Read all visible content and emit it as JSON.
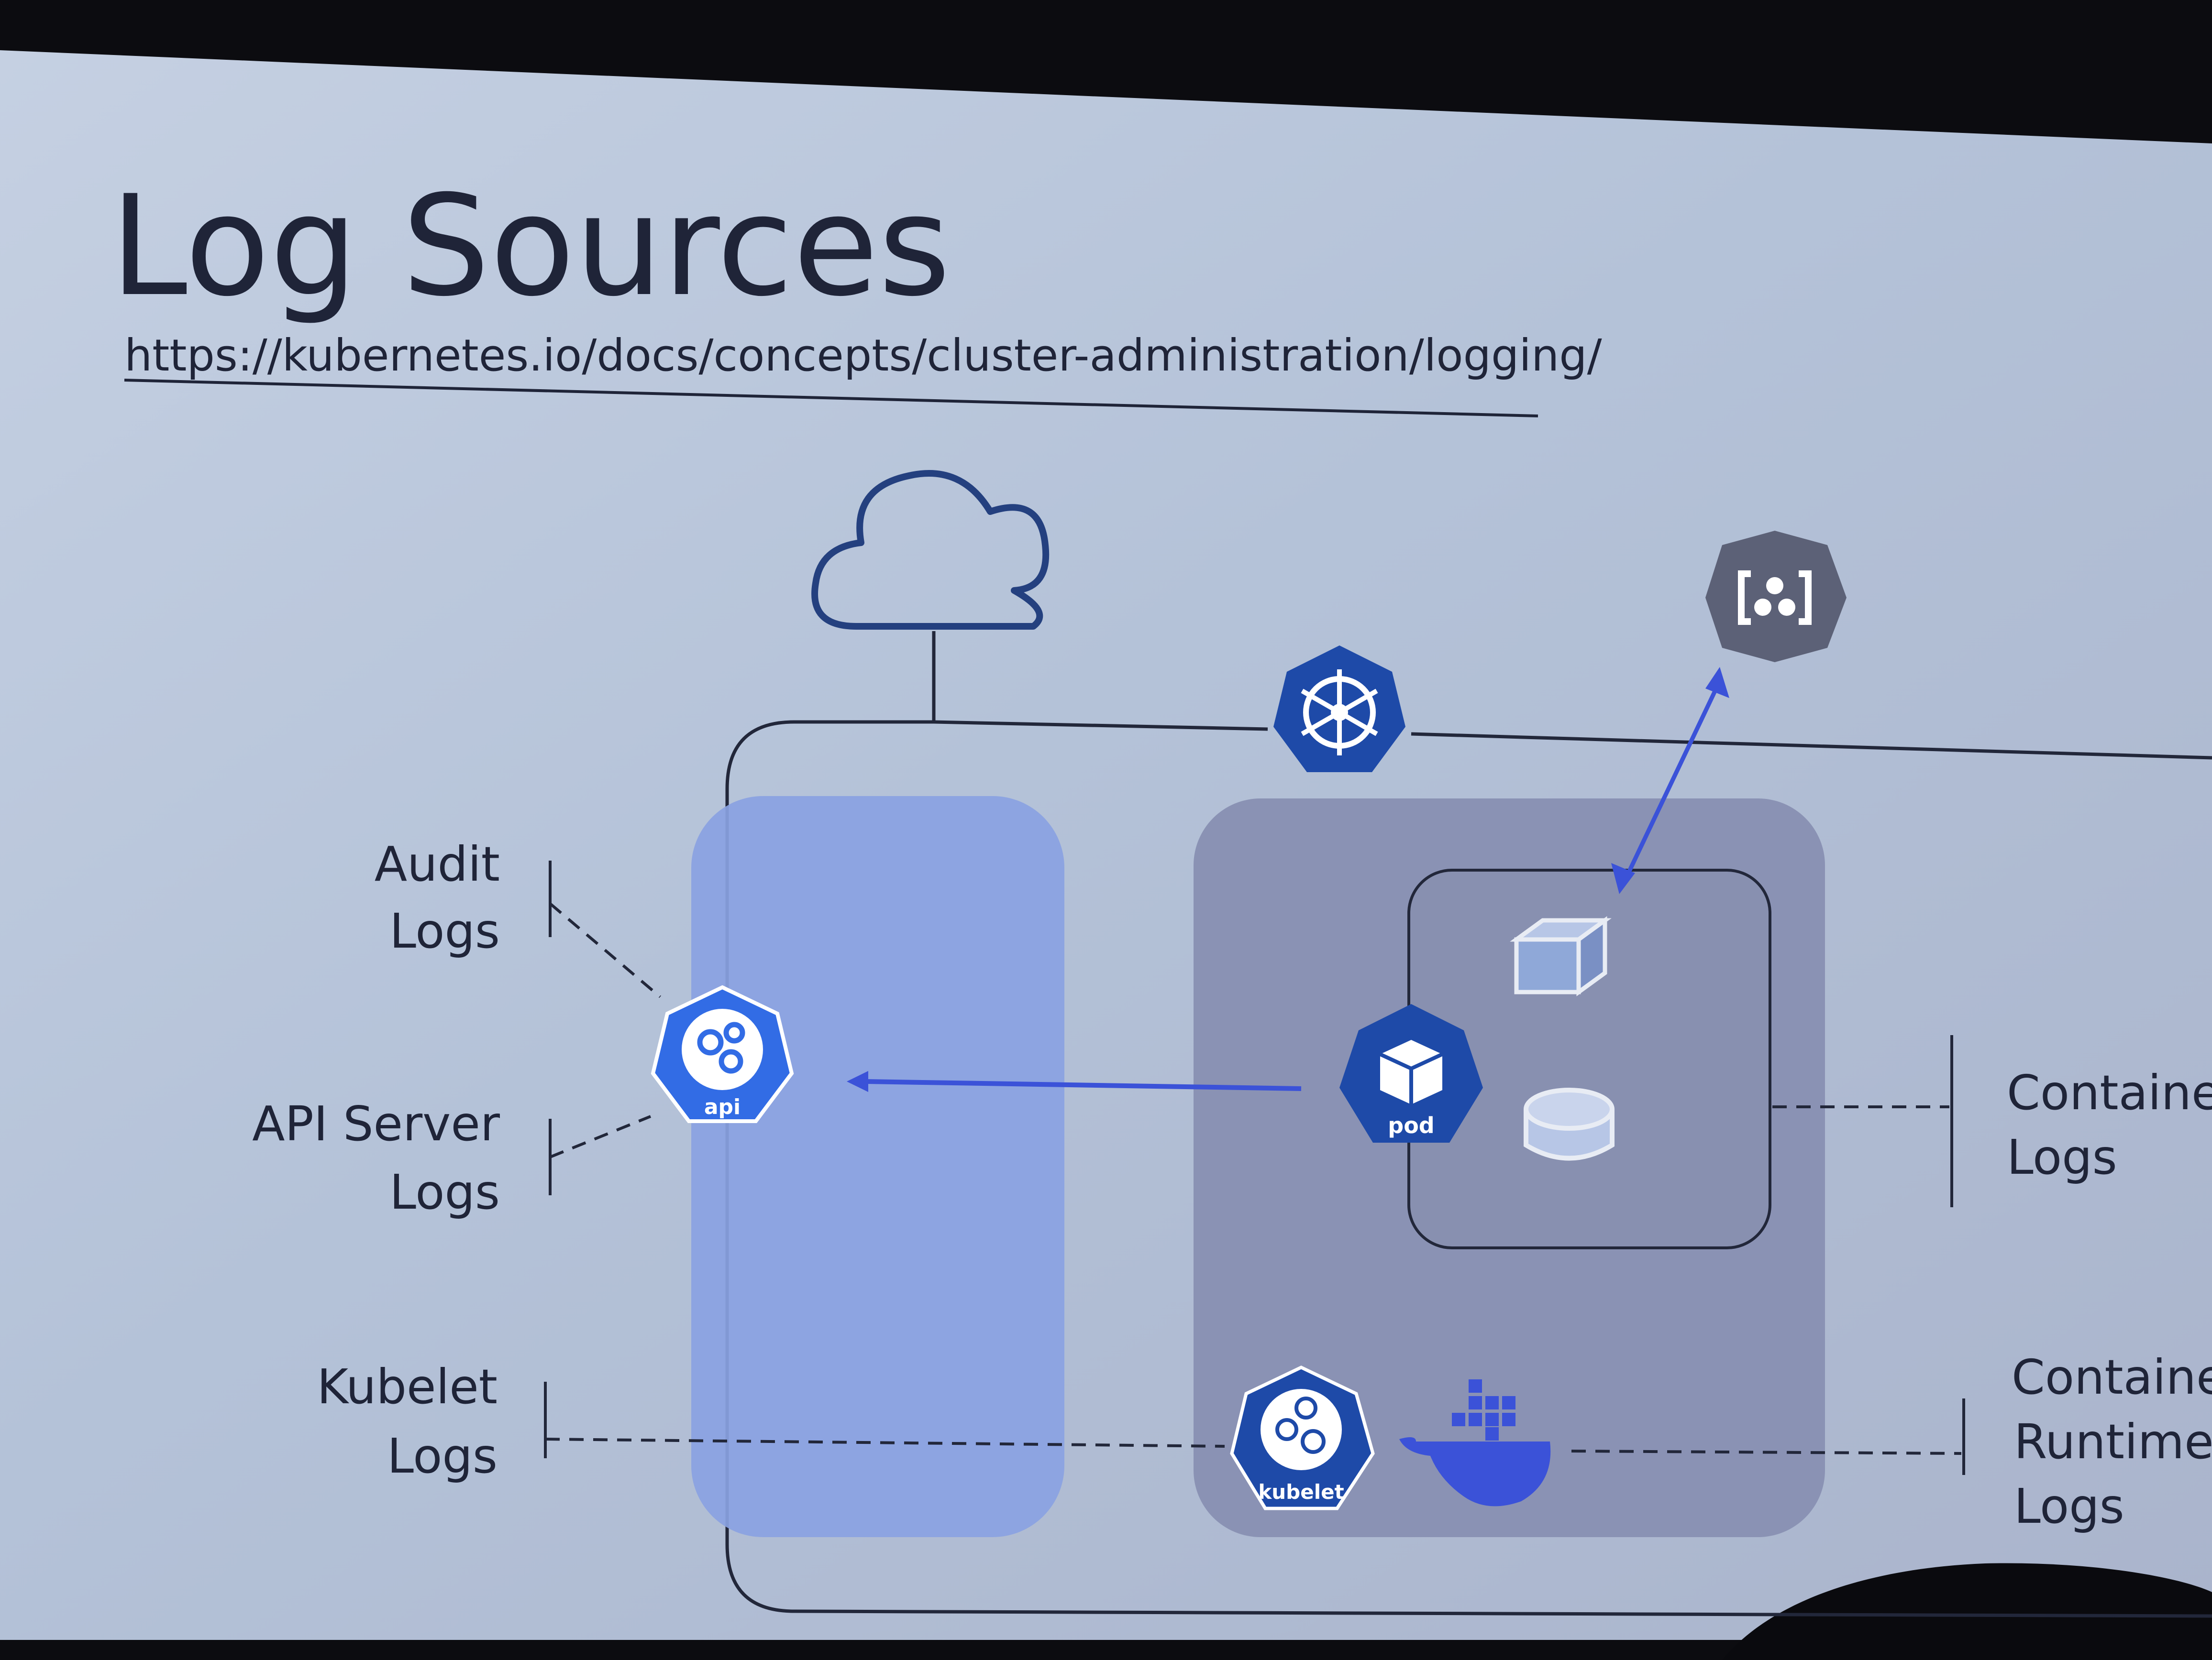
{
  "slide": {
    "title": "Log Sources",
    "url": "https://kubernetes.io/docs/concepts/cluster-administration/logging/"
  },
  "diagram": {
    "labels": {
      "audit": [
        "Audit",
        "Logs"
      ],
      "api_server": [
        "API Server",
        "Logs"
      ],
      "kubelet": [
        "Kubelet",
        "Logs"
      ],
      "container": [
        "Containe",
        "Logs"
      ],
      "runtime": [
        "Containe",
        "Runtime",
        "Logs"
      ]
    },
    "icons": {
      "api": "api",
      "pod": "pod",
      "kubelet": "kubelet"
    }
  },
  "colors": {
    "slide_bg": "#b9c6da",
    "text": "#1f2438",
    "k8s_blue": "#326ce5",
    "k8s_dark": "#1e4aa8",
    "highlight": "#8aa2e2",
    "node_box": "#8a92b4",
    "line": "#22273a",
    "logging_hex": "#5c6177"
  }
}
